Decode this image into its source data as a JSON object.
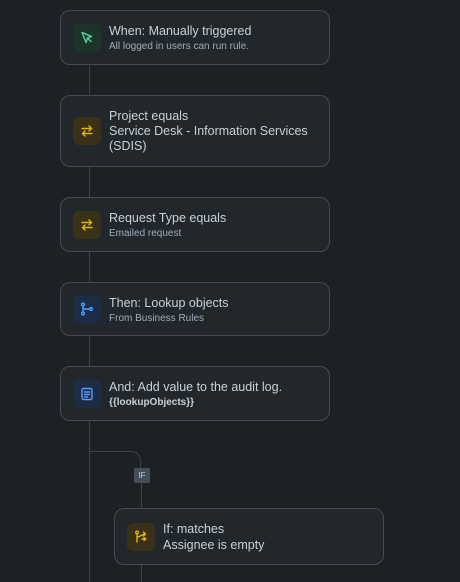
{
  "steps": [
    {
      "title": "When: Manually triggered",
      "subtitle": "All logged in users can run rule.",
      "icon": "pointer-icon",
      "kind": "trigger"
    },
    {
      "title": "Project equals",
      "subtitle": "Service Desk - Information Services (SDIS)",
      "icon": "swap-arrows-icon",
      "kind": "condition"
    },
    {
      "title": "Request Type equals",
      "subtitle": "Emailed request",
      "icon": "swap-arrows-icon",
      "kind": "condition"
    },
    {
      "title": "Then: Lookup objects",
      "subtitle": "From Business Rules",
      "icon": "object-tree-icon",
      "kind": "action"
    },
    {
      "title": "And: Add value to the audit log.",
      "subtitle": "{{lookupObjects}}",
      "icon": "document-icon",
      "kind": "action"
    }
  ],
  "branch": {
    "badge": "IF",
    "title": "If: matches",
    "subtitle": "Assignee is empty",
    "icon": "branch-icon"
  },
  "colors": {
    "background": "#1d2125",
    "card": "#22272b",
    "card_border": "#454b52",
    "connector": "#3e4348",
    "trigger_icon": "#4bce97",
    "condition_icon": "#e2b203",
    "action_icon": "#579dff"
  }
}
